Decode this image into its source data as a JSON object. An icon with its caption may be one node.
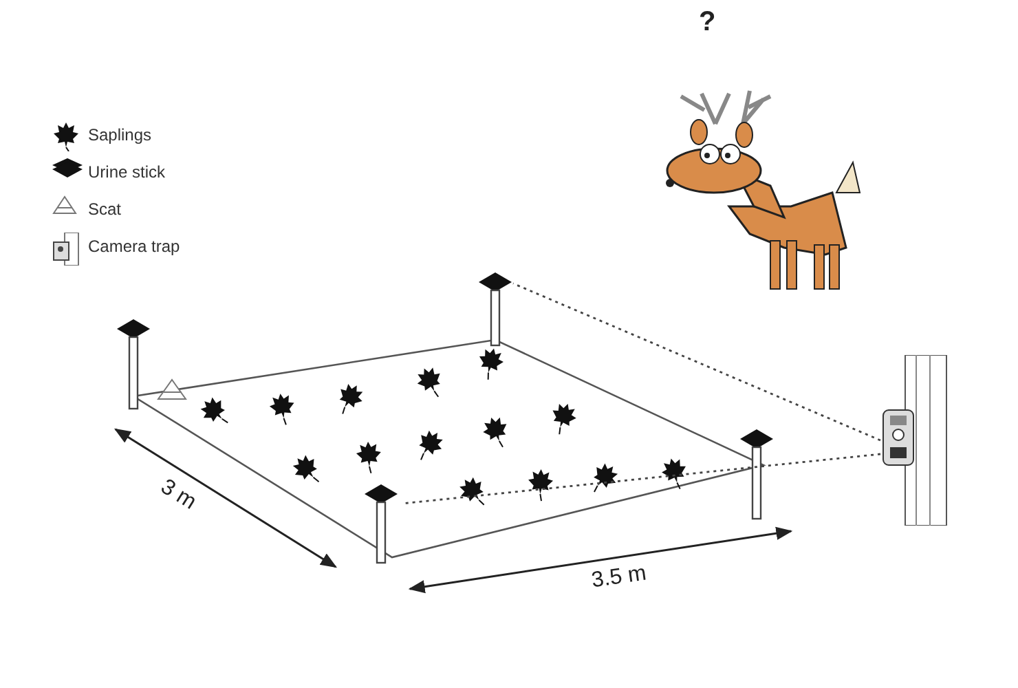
{
  "diagram": {
    "nodes": [
      {
        "text": [],
        "shape": "picture"
      },
      {
        "text": [],
        "shape": "picture"
      },
      {
        "text": [],
        "shape": "picture"
      }
    ],
    "edges": [
      {
        "from": 2,
        "to": 1,
        "arrow": "none",
        "style": "dashed"
      },
      {
        "from": 2,
        "to": 0,
        "arrow": "none",
        "style": "dashed"
      }
    ],
    "labels": [
      "?",
      "3 m",
      "3.5 m"
    ],
    "legend": [
      {
        "text": "Saplings"
      },
      {
        "text": "Urine stick"
      },
      {
        "text": "Scat"
      },
      {
        "text": "Camera trap"
      }
    ]
  }
}
